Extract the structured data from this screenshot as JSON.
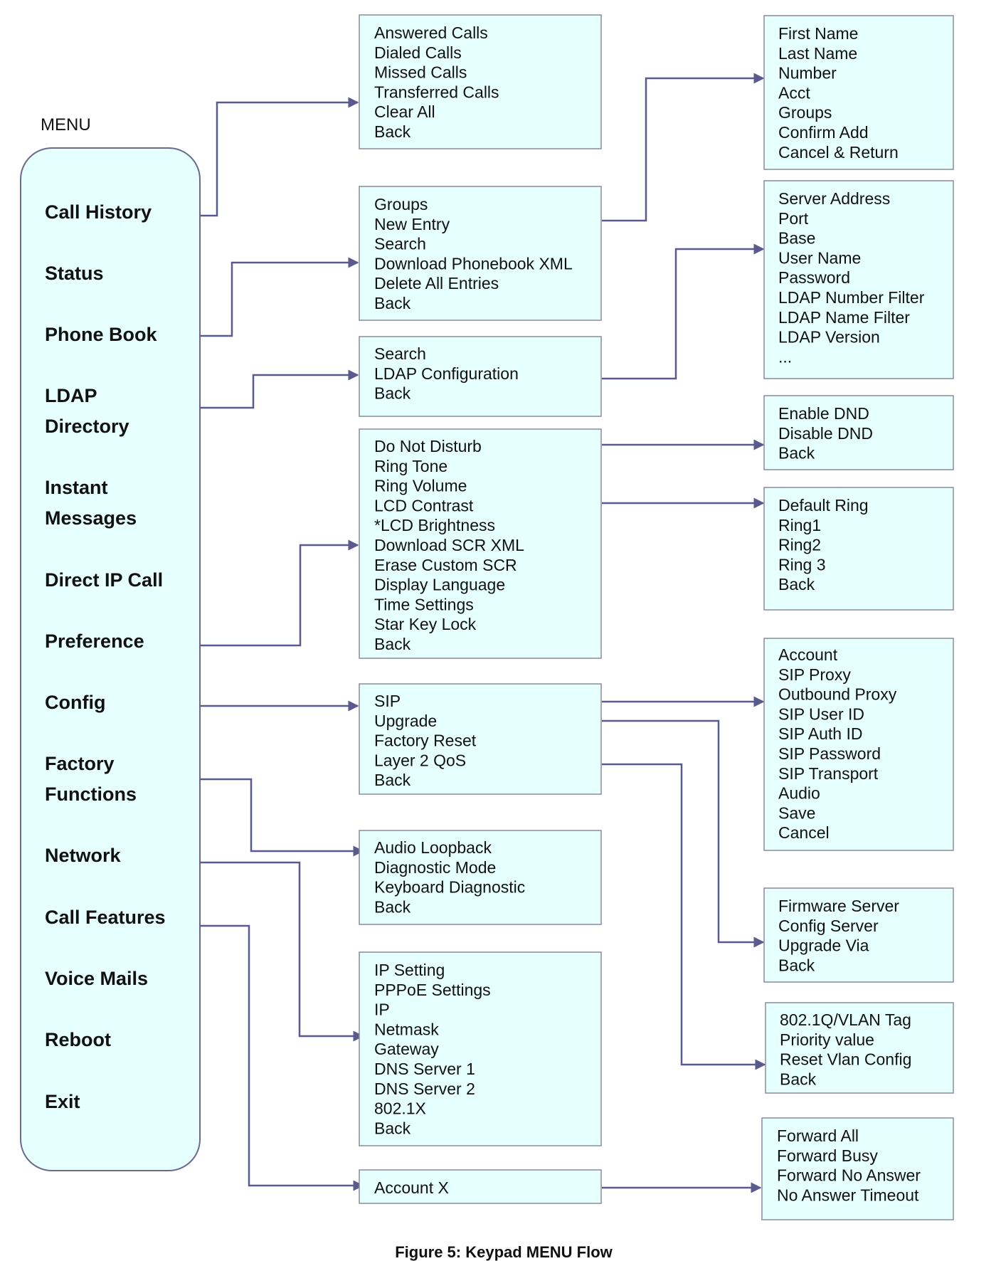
{
  "menu_title": "MENU",
  "caption": "Figure 5: Keypad MENU Flow",
  "colors": {
    "box_fill": "#e6ffff",
    "box_border": "#8a8a9e",
    "connector": "#5a5a8c"
  },
  "main_menu": [
    [
      "Call History"
    ],
    [
      "Status"
    ],
    [
      "Phone Book"
    ],
    [
      "LDAP",
      "Directory"
    ],
    [
      "Instant",
      "Messages"
    ],
    [
      "Direct IP Call"
    ],
    [
      "Preference"
    ],
    [
      "Config"
    ],
    [
      "Factory",
      "Functions"
    ],
    [
      "Network"
    ],
    [
      "Call Features"
    ],
    [
      "Voice Mails"
    ],
    [
      "Reboot"
    ],
    [
      "Exit"
    ]
  ],
  "submenus": {
    "call_history": [
      "Answered Calls",
      "Dialed Calls",
      "Missed Calls",
      "Transferred Calls",
      "Clear All",
      "Back"
    ],
    "phone_book": [
      "Groups",
      "New Entry",
      "Search",
      "Download Phonebook XML",
      "Delete All Entries",
      "Back"
    ],
    "ldap_directory": [
      "Search",
      "LDAP Configuration",
      "Back"
    ],
    "preference": [
      "Do Not Disturb",
      "Ring Tone",
      "Ring Volume",
      "LCD Contrast",
      "*LCD Brightness",
      "Download SCR XML",
      "Erase Custom SCR",
      "Display Language",
      "Time Settings",
      "Star Key Lock",
      "Back"
    ],
    "config": [
      "SIP",
      "Upgrade",
      "Factory Reset",
      "Layer 2 QoS",
      "Back"
    ],
    "factory_functions": [
      "Audio Loopback",
      "Diagnostic Mode",
      "Keyboard Diagnostic",
      "Back"
    ],
    "network": [
      "IP Setting",
      "PPPoE Settings",
      "IP",
      "Netmask",
      "Gateway",
      "DNS Server 1",
      "DNS Server 2",
      "802.1X",
      "Back"
    ],
    "call_features": [
      "Account X"
    ],
    "phone_book_entry": [
      "First Name",
      "Last Name",
      "Number",
      "Acct",
      "Groups",
      "Confirm Add",
      "Cancel & Return"
    ],
    "ldap_configuration": [
      "Server Address",
      "Port",
      "Base",
      "User Name",
      "Password",
      "LDAP Number Filter",
      "LDAP Name Filter",
      "LDAP Version",
      "..."
    ],
    "do_not_disturb": [
      "Enable DND",
      "Disable DND",
      "Back"
    ],
    "ring_tone": [
      "Default Ring",
      "Ring1",
      "Ring2",
      "Ring 3",
      "Back"
    ],
    "sip": [
      "Account",
      "SIP Proxy",
      "Outbound Proxy",
      "SIP User ID",
      "SIP Auth ID",
      "SIP Password",
      "SIP Transport",
      "Audio",
      "Save",
      "Cancel"
    ],
    "upgrade": [
      "Firmware Server",
      "Config Server",
      "Upgrade Via",
      "Back"
    ],
    "layer2_qos": [
      "802.1Q/VLAN Tag",
      "Priority value",
      "Reset Vlan Config",
      "Back"
    ],
    "account_x": [
      "Forward All",
      "Forward Busy",
      "Forward No Answer",
      "No Answer Timeout"
    ]
  }
}
